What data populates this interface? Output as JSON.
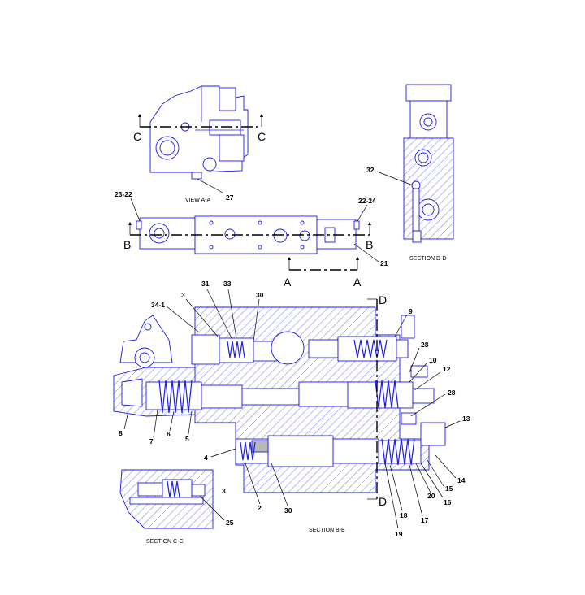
{
  "colors": {
    "line": "#1a1ae6",
    "ink": "#000000",
    "hatch_fill": "#e0e0f4"
  },
  "view_labels": {
    "view_aa": "VIEW A-A",
    "section_dd": "SECTION D-D",
    "section_bb": "SECTION B-B",
    "section_cc": "SECTION C-C"
  },
  "cut_letters": {
    "c_left": "C",
    "c_right": "C",
    "b_left": "B",
    "b_right": "B",
    "a_left": "A",
    "a_right": "A",
    "d_top": "D",
    "d_bottom": "D"
  },
  "callouts": {
    "p27": "27",
    "p32": "32",
    "p23_22": "23-22",
    "p22_24": "22-24",
    "p21": "21",
    "p34_1": "34-1",
    "p3a": "3",
    "p31": "31",
    "p33": "33",
    "p30a": "30",
    "p9": "9",
    "p28a": "28",
    "p10": "10",
    "p12": "12",
    "p28b": "28",
    "p13": "13",
    "p8": "8",
    "p7": "7",
    "p6": "6",
    "p5": "5",
    "p4": "4",
    "p14": "14",
    "p15": "15",
    "p16": "16",
    "p20": "20",
    "p17": "17",
    "p18": "18",
    "p19": "19",
    "p2": "2",
    "p30b": "30",
    "p3b": "3",
    "p25": "25"
  }
}
